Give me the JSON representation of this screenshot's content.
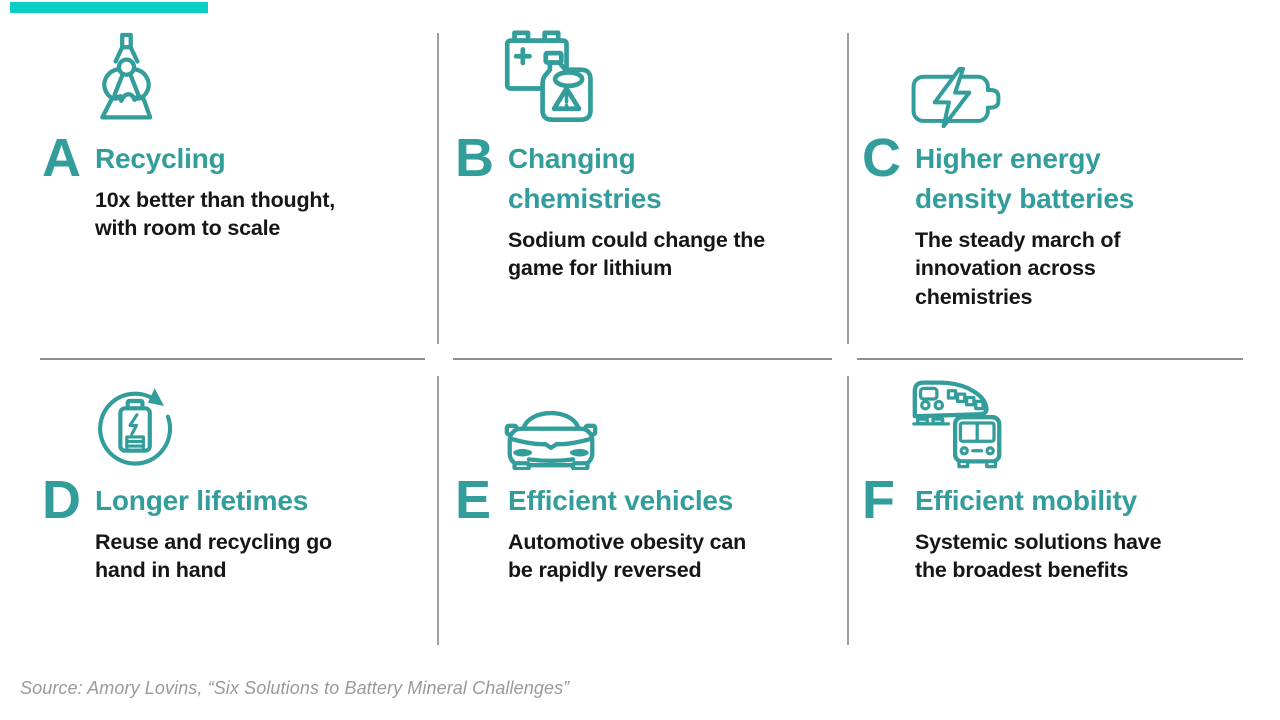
{
  "page": {
    "accent_bar_color": "#0BCEC7",
    "teal_color": "#339D9B",
    "text_color": "#161616",
    "divider_color": "#8F8F8F",
    "source_color": "#9A9A9A",
    "source_note": "Source: Amory Lovins, “Six Solutions to Battery Mineral Challenges”"
  },
  "cards": [
    {
      "letter": "A",
      "title": "Recycling",
      "subtitle": "10x better than thought,\nwith room to scale",
      "icon": "claw-crane-icon"
    },
    {
      "letter": "B",
      "title": "Changing\nchemistries",
      "subtitle": "Sodium could change the\ngame for lithium",
      "icon": "battery-fuel-can-icon"
    },
    {
      "letter": "C",
      "title": "Higher energy\ndensity batteries",
      "subtitle": "The steady march of\ninnovation across\nchemistries",
      "icon": "charging-battery-icon"
    },
    {
      "letter": "D",
      "title": "Longer lifetimes",
      "subtitle": "Reuse and recycling go\nhand in hand",
      "icon": "battery-recycle-icon"
    },
    {
      "letter": "E",
      "title": "Efficient vehicles",
      "subtitle": "Automotive obesity can\nbe rapidly reversed",
      "icon": "car-front-icon"
    },
    {
      "letter": "F",
      "title": "Efficient mobility",
      "subtitle": "Systemic solutions have\nthe broadest benefits",
      "icon": "train-bus-icon"
    }
  ]
}
